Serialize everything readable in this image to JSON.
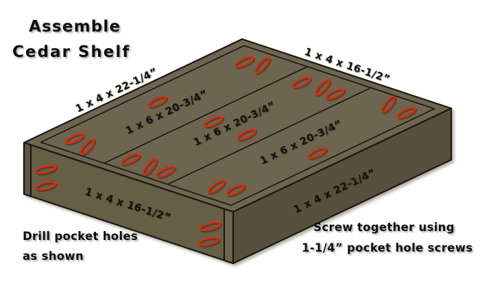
{
  "title": {
    "line1": "Assemble",
    "line2": "Cedar Shelf"
  },
  "labels": {
    "back_rail": "1 x 4 x 22-1/4”",
    "right_rail": "1 x 4 x 16-1/2”",
    "board_1": "1 x 6 x 20-3/4”",
    "board_2": "1 x 6 x 20-3/4”",
    "board_3": "1 x 6 x 20-3/4”",
    "front_left_rail": "1 x 4 x 16-1/2”",
    "front_right_rail": "1 x 4 x 22-1/4”"
  },
  "notes": {
    "left_line1": "Drill pocket holes",
    "left_line2": "as shown",
    "right_line1": "Screw together using",
    "right_line2": "1-1/4” pocket hole screws"
  },
  "pocket_holes": {
    "count": 22,
    "color": "#dc2c0e"
  },
  "colors": {
    "top_face": "#6e6550",
    "front_left_face": "#675e46",
    "front_right_face": "#58503c",
    "left_end_sliver": "#5d5540",
    "corner_strip": "#6e6550",
    "outline": "#1c1810",
    "background": "#ffffff"
  }
}
